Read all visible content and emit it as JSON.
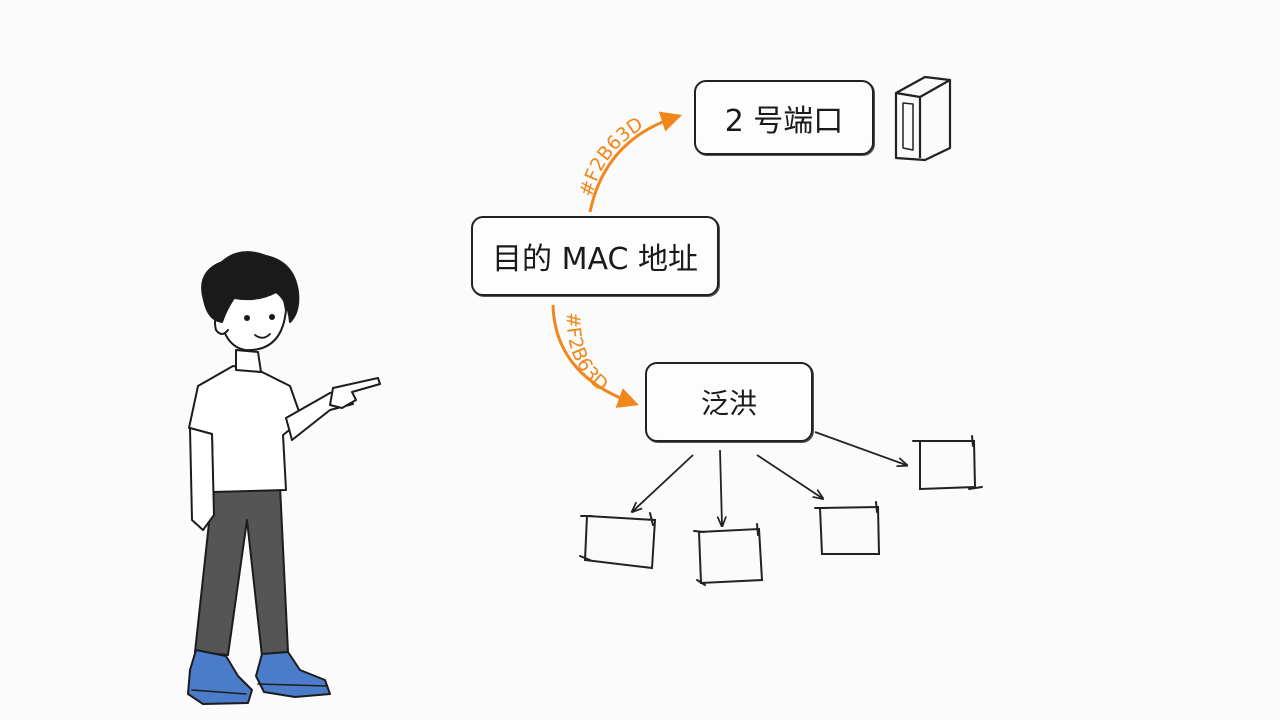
{
  "diagram": {
    "nodes": {
      "mac": "目的 MAC 地址",
      "port": "2 号端口",
      "flood": "泛洪"
    },
    "edge_labels": {
      "to_port": "#F2B63D",
      "to_flood": "#F2B63D"
    }
  },
  "colors": {
    "accent": "#F2861A",
    "ink": "#222222",
    "shoe": "#4A7CC9",
    "pants": "#555555"
  },
  "icons": [
    "switch-port-icon",
    "host-box-icon",
    "person-pointing-icon"
  ]
}
